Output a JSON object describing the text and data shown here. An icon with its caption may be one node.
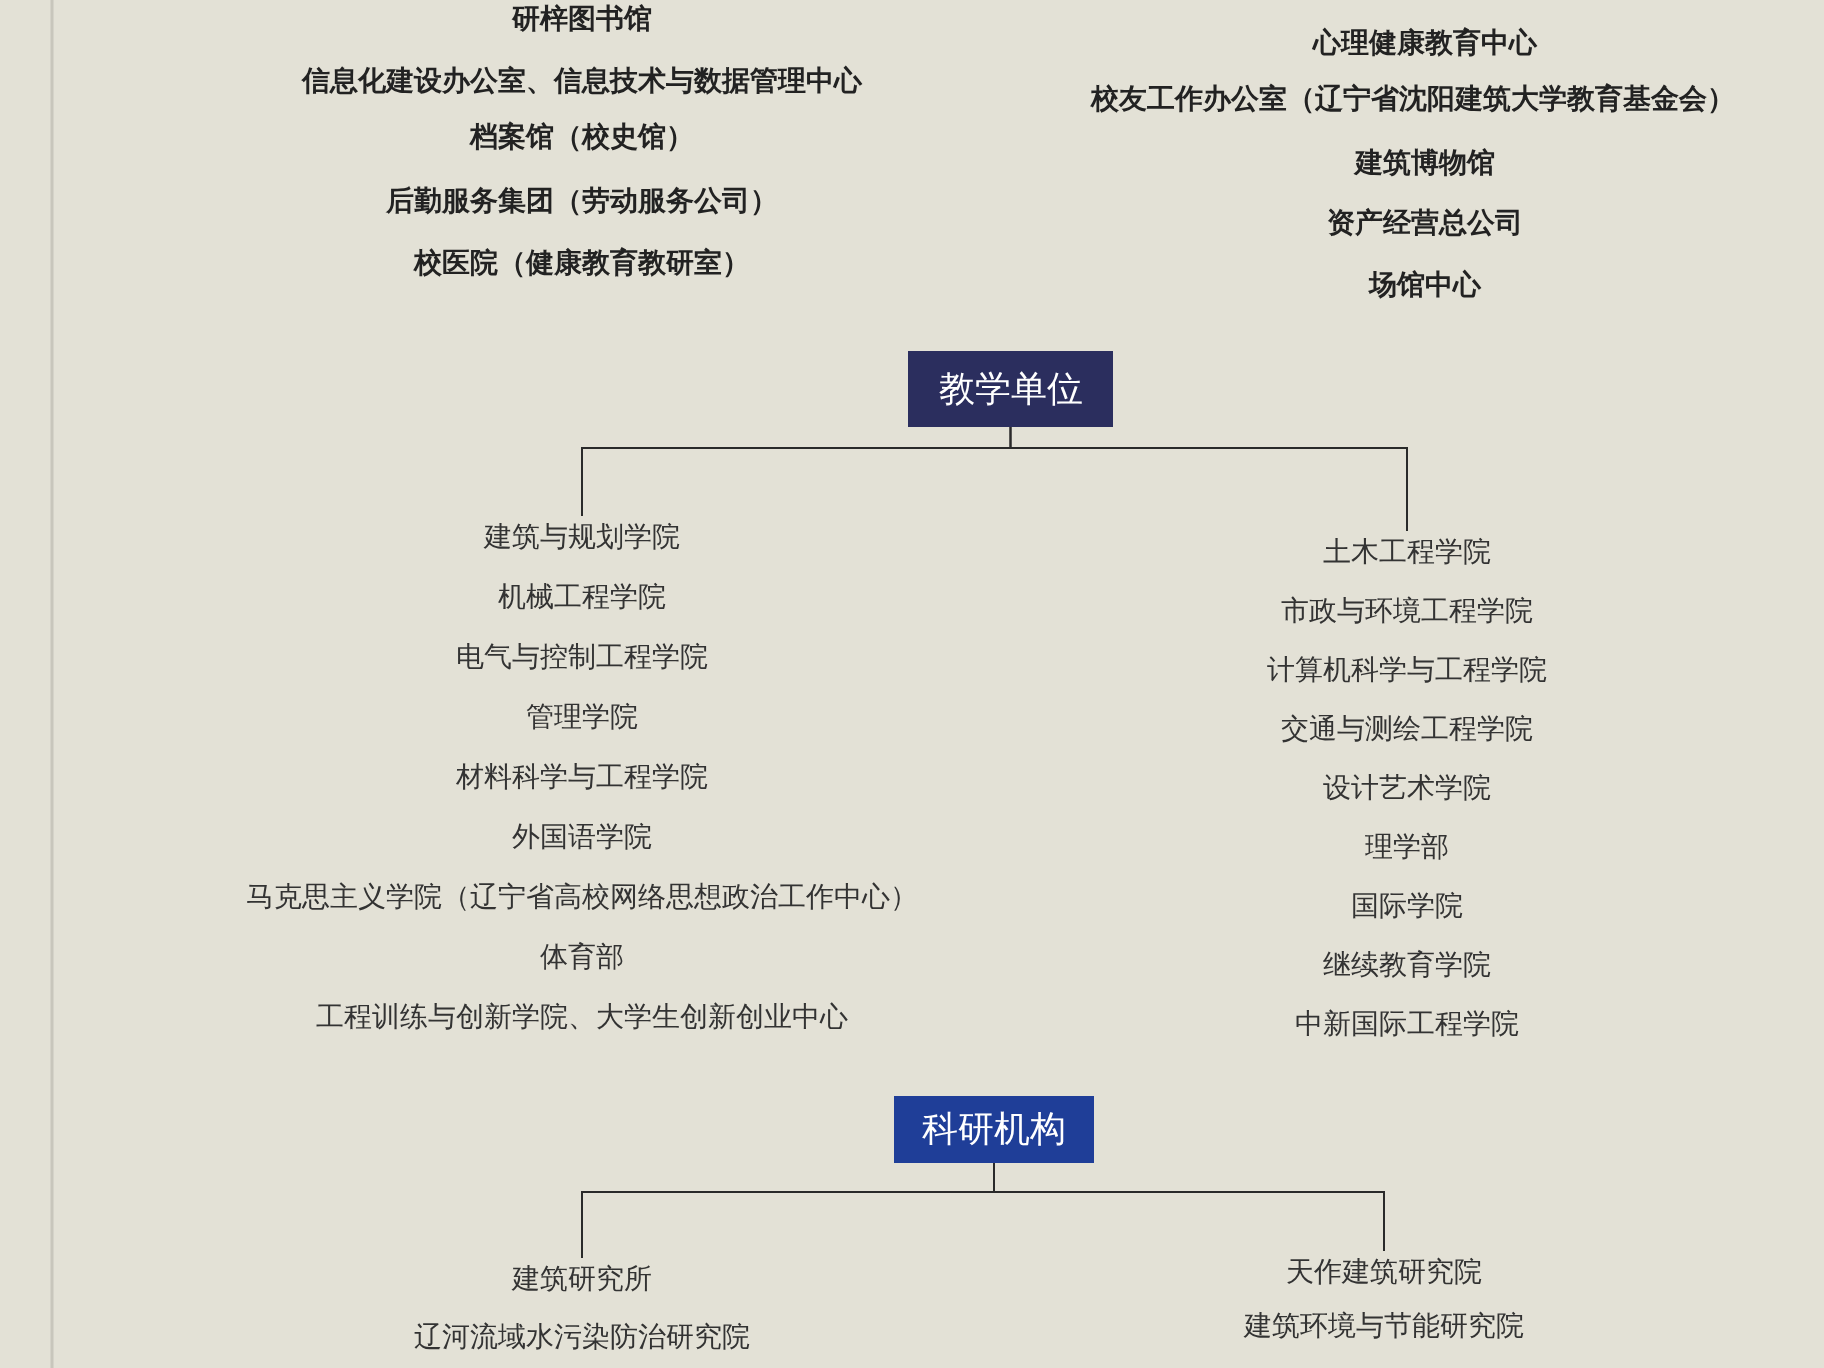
{
  "diagram": {
    "nodes": [
      {
        "text": [
          "教学单位"
        ]
      },
      {
        "text": [
          "建筑与规划学院",
          "机械工程学院",
          "电气与控制工程学院",
          "管理学院",
          "材料科学与工程学院",
          "外国语学院",
          "马克思主义学院（辽宁省高校网络思想政治工作中心）",
          "体育部",
          "工程训练与创新学院、大学生创新创业中心"
        ]
      },
      {
        "text": [
          "土木工程学院",
          "市政与环境工程学院",
          "计算机科学与工程学院",
          "交通与测绘工程学院",
          "设计艺术学院",
          "理学部",
          "国际学院",
          "继续教育学院",
          "中新国际工程学院"
        ]
      },
      {
        "text": [
          "科研机构"
        ]
      },
      {
        "text": [
          "建筑研究所",
          "辽河流域水污染防治研究院"
        ]
      },
      {
        "text": [
          "天作建筑研究院",
          "建筑环境与节能研究院"
        ]
      }
    ],
    "edges": [
      {
        "from": 0,
        "to": 1,
        "arrow": "none"
      },
      {
        "from": 0,
        "to": 2,
        "arrow": "none"
      },
      {
        "from": 3,
        "to": 4,
        "arrow": "none"
      },
      {
        "from": 3,
        "to": 5,
        "arrow": "none"
      }
    ],
    "labels": [
      "研梓图书馆",
      "信息化建设办公室、信息技术与数据管理中心",
      "档案馆（校史馆）",
      "后勤服务集团（劳动服务公司）",
      "校医院（健康教育教研室）",
      "心理健康教育中心",
      "校友工作办公室（辽宁省沈阳建筑大学教育基金会）",
      "建筑博物馆",
      "资产经营总公司",
      "场馆中心"
    ]
  }
}
